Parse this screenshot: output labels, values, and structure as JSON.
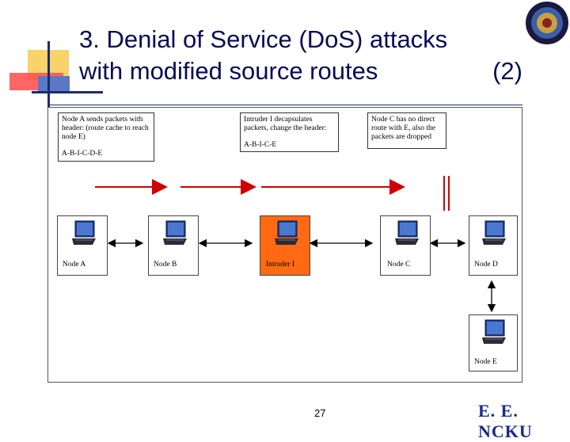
{
  "title": {
    "line1": "3. Denial of Service (DoS) attacks",
    "line2_left": "with modified source routes",
    "line2_right": "(2)"
  },
  "notes": {
    "a": {
      "text": "Node A sends packets with header: (route cache to reach node E)",
      "route": "A-B-I-C-D-E"
    },
    "i": {
      "text": "Intruder I decapsulates packets, change the header:",
      "route": "A-B-I-C-E"
    },
    "c": {
      "text": "Node C has no direct route with E, also the packets are dropped"
    }
  },
  "nodes": {
    "a": "Node A",
    "b": "Node B",
    "i": "Intruder I",
    "c": "Node C",
    "d": "Node D",
    "e": "Node E"
  },
  "colors": {
    "arrow": "#d00000",
    "intruder": "#ff6a13",
    "title": "#0a0a55"
  },
  "footer": {
    "page_number": "27",
    "logo": "E. E. NCKU"
  }
}
